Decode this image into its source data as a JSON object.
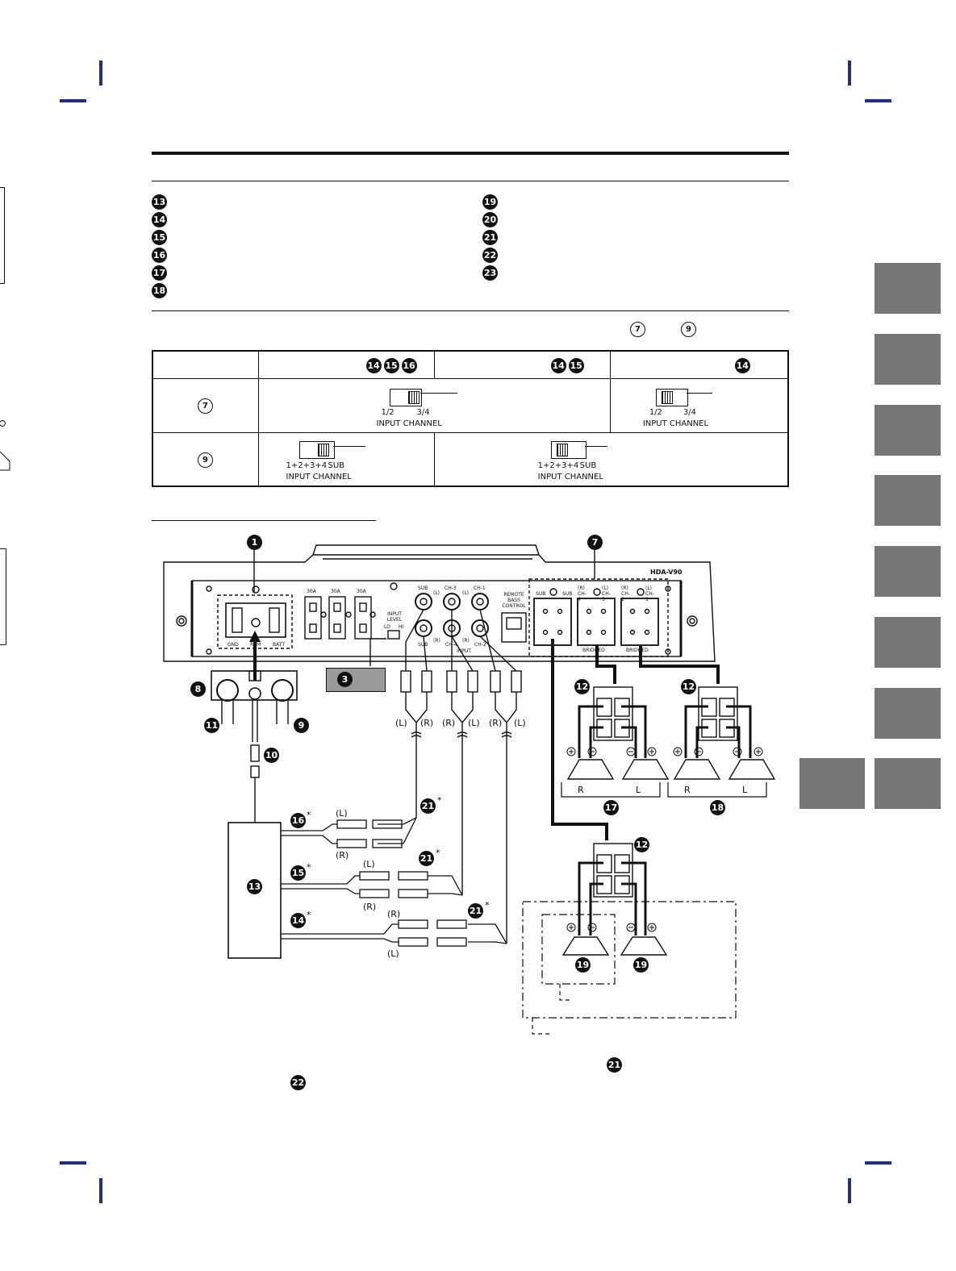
{
  "legend": {
    "left": [
      "13",
      "14",
      "15",
      "16",
      "17",
      "18"
    ],
    "right": [
      "19",
      "20",
      "21",
      "22",
      "23"
    ]
  },
  "note_refs": {
    "a": "7",
    "b": "9"
  },
  "table": {
    "header_badges": {
      "col1": [
        "14",
        "15",
        "16"
      ],
      "col2": [
        "14",
        "15"
      ],
      "col3": [
        "14"
      ]
    },
    "rows": [
      {
        "id": "7",
        "switches": [
          {
            "left": "1/2",
            "right": "3/4",
            "caption": "INPUT CHANNEL"
          },
          {
            "left": "1/2",
            "right": "3/4",
            "caption": "INPUT CHANNEL"
          }
        ]
      },
      {
        "id": "9",
        "switches": [
          {
            "left": "1+2+3+4",
            "right": "SUB",
            "caption": "INPUT CHANNEL"
          },
          {
            "left": "1+2+3+4",
            "right": "SUB",
            "caption": "INPUT CHANNEL"
          }
        ]
      }
    ]
  },
  "diagram": {
    "model": "HDA-V90",
    "terminals": {
      "gnd": "GND",
      "rem": "REM",
      "batt": "BATT"
    },
    "fuses": [
      "30A",
      "30A",
      "30A"
    ],
    "input_level": {
      "title": "INPUT LEVEL",
      "lo": "LO",
      "hi": "HI"
    },
    "rca_top": [
      "SUB",
      "CH-3",
      "CH-1"
    ],
    "rca_bottom": [
      "SUB",
      "CH-4",
      "CH-2"
    ],
    "rca_side": {
      "l1": "(L)",
      "l2": "(L)",
      "r1": "(R)",
      "r2": "(R)"
    },
    "input_text": "INPUT",
    "remote": "REMOTE BASS CONTROL",
    "speaker_terms": [
      "SUB",
      "SUB",
      "(R) CH-4",
      "(L) CH-3",
      "(R) CH-2",
      "(L) CH-1"
    ],
    "bridged": [
      "BRIDGED",
      "BRIDGED"
    ],
    "badges": {
      "b1": "1",
      "b7": "7",
      "b3": "3",
      "b8": "8",
      "b11": "11",
      "b9": "9",
      "b10": "10",
      "b12a": "12",
      "b12b": "12",
      "b12c": "12",
      "b17": "17",
      "b18": "18",
      "b19a": "19",
      "b19b": "19",
      "b13": "13",
      "b16": "16",
      "b15": "15",
      "b14": "14",
      "b21a": "21",
      "b21b": "21",
      "b21c": "21",
      "b21d": "21",
      "b22": "22"
    },
    "plug_labels": [
      "(L)",
      "(R)",
      "(R)",
      "(L)",
      "(R)",
      "(L)"
    ],
    "speaker_lr": [
      "R",
      "L",
      "R",
      "L"
    ],
    "rca_cable_labels": {
      "s16": [
        "(L)",
        "(R)"
      ],
      "s15": [
        "(L)",
        "(R)"
      ],
      "s14": [
        "(R)",
        "(L)"
      ]
    },
    "asterisk": "*"
  }
}
